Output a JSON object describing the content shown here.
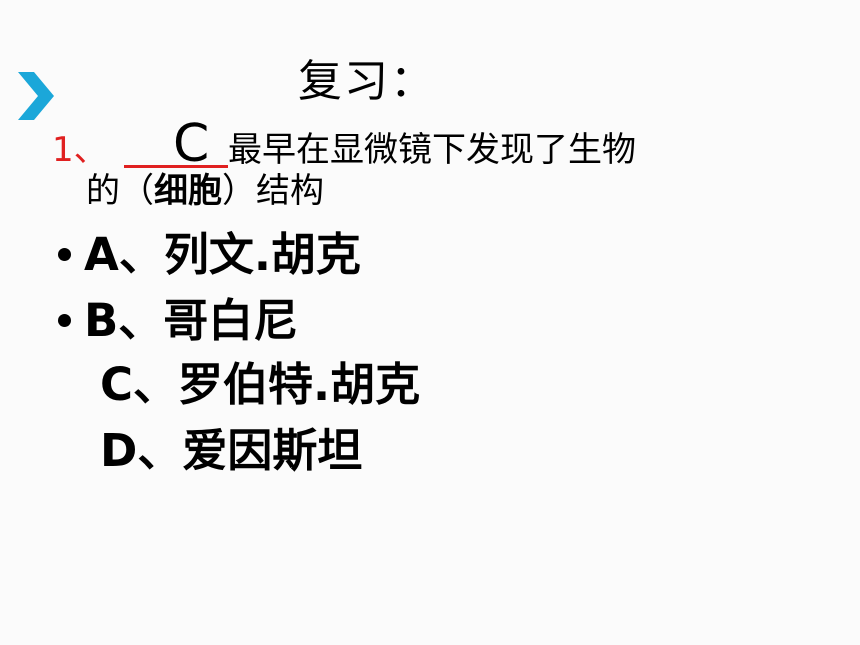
{
  "slide": {
    "title": "复习：",
    "question": {
      "number": "1、",
      "answer": "C",
      "text_line1": "最早在显微镜下发现了生物",
      "text_line2_before": "的（",
      "text_line2_bold": "细胞",
      "text_line2_after": "）结构"
    },
    "options": [
      {
        "label": "A、列文.胡克",
        "bullet": true
      },
      {
        "label": "B、哥白尼",
        "bullet": true
      },
      {
        "label": "C、罗伯特.胡克",
        "bullet": false
      },
      {
        "label": "D、爱因斯坦",
        "bullet": false
      }
    ],
    "colors": {
      "accent_chevron": "#1ba7d9",
      "question_number": "#e02020",
      "text": "#000000"
    },
    "icons": {
      "chevron": "chevron-right-icon"
    }
  }
}
